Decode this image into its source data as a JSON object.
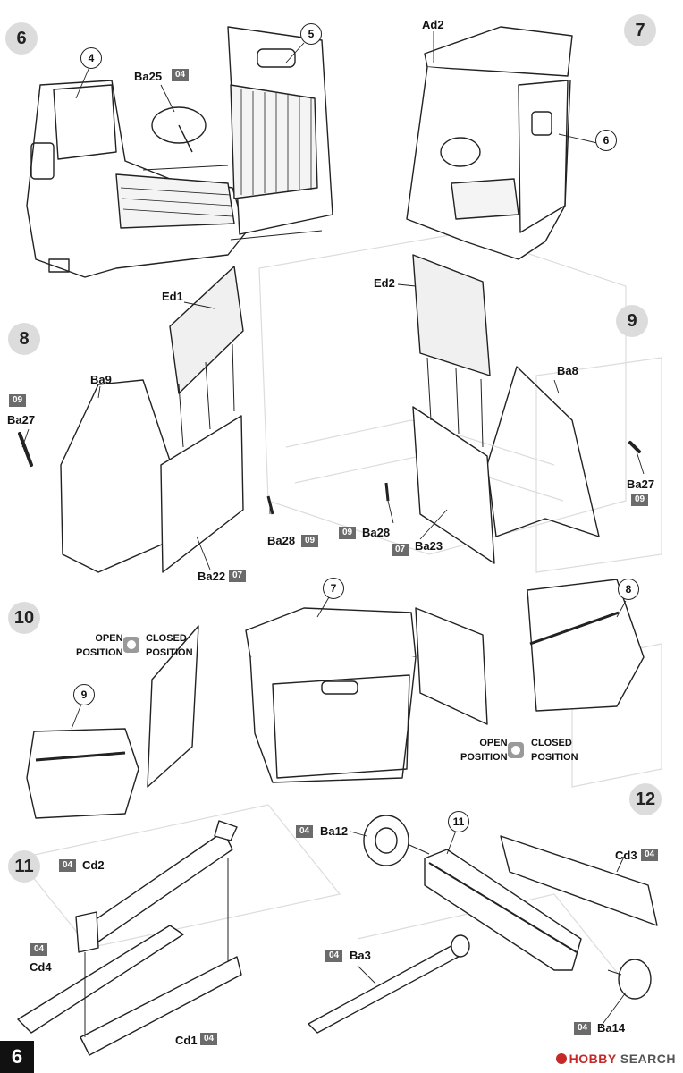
{
  "page": {
    "number": "6"
  },
  "steps": [
    "6",
    "7",
    "8",
    "9",
    "10",
    "11",
    "12"
  ],
  "callouts": {
    "s6_part4": "4",
    "s6_part5": "5",
    "s7_part6": "6",
    "s10_part7": "7",
    "s10_part8": "8",
    "s10_part9": "9",
    "s12_part11": "11"
  },
  "parts": {
    "Ba25": "Ba25",
    "Ad2": "Ad2",
    "Ed1": "Ed1",
    "Ed2": "Ed2",
    "Ba9": "Ba9",
    "Ba8": "Ba8",
    "Ba27_left": "Ba27",
    "Ba27_right": "Ba27",
    "Ba28_left": "Ba28",
    "Ba28_right": "Ba28",
    "Ba22": "Ba22",
    "Ba23": "Ba23",
    "Cd2": "Cd2",
    "Cd4": "Cd4",
    "Cd1": "Cd1",
    "Ba12": "Ba12",
    "Ba3": "Ba3",
    "Cd3": "Cd3",
    "Ba14": "Ba14"
  },
  "colour_codes": {
    "Ba25": "04",
    "Ba27_left": "09",
    "Ba27_right": "09",
    "Ba28_left": "09",
    "Ba28_right": "09",
    "Ba22": "07",
    "Ba23": "07",
    "Cd2": "04",
    "Cd4": "04",
    "Cd1": "04",
    "Ba12": "04",
    "Ba3": "04",
    "Cd3": "04",
    "Ba14": "04"
  },
  "positions": {
    "left": {
      "open": "OPEN\nPOSITION",
      "closed": "CLOSED\nPOSITION"
    },
    "right": {
      "open": "OPEN\nPOSITION",
      "closed": "CLOSED\nPOSITION"
    }
  },
  "watermark": {
    "brand": "HOBBY",
    "suffix": "SEARCH"
  },
  "colors": {
    "ink": "#222222",
    "code_tag": "#6b6b6b",
    "step_badge": "#dcdcdc",
    "ghost": "#dcdcdc",
    "brand": "#c62828"
  }
}
